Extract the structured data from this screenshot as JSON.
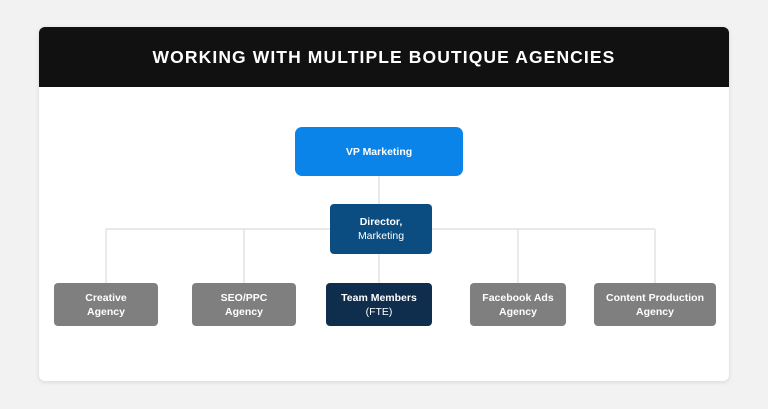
{
  "header": {
    "title": "WORKING WITH MULTIPLE BOUTIQUE AGENCIES"
  },
  "nodes": {
    "vp": {
      "line1": "VP Marketing"
    },
    "director": {
      "line1": "Director,",
      "line2": "Marketing"
    },
    "team_members": {
      "line1": "Team Members",
      "line2": "(FTE)"
    },
    "creative_agency": {
      "line1": "Creative",
      "line2": "Agency"
    },
    "seo_ppc_agency": {
      "line1": "SEO/PPC",
      "line2": "Agency"
    },
    "facebook_ads_agency": {
      "line1": "Facebook Ads",
      "line2": "Agency"
    },
    "content_production_agency": {
      "line1": "Content Production",
      "line2": "Agency"
    }
  },
  "colors": {
    "header_bg": "#111111",
    "vp_blue": "#0a84e8",
    "director_blue": "#0b4d80",
    "team_navy": "#0f2d4d",
    "agency_gray": "#7f7f7f",
    "connector": "#dcdcdc"
  }
}
